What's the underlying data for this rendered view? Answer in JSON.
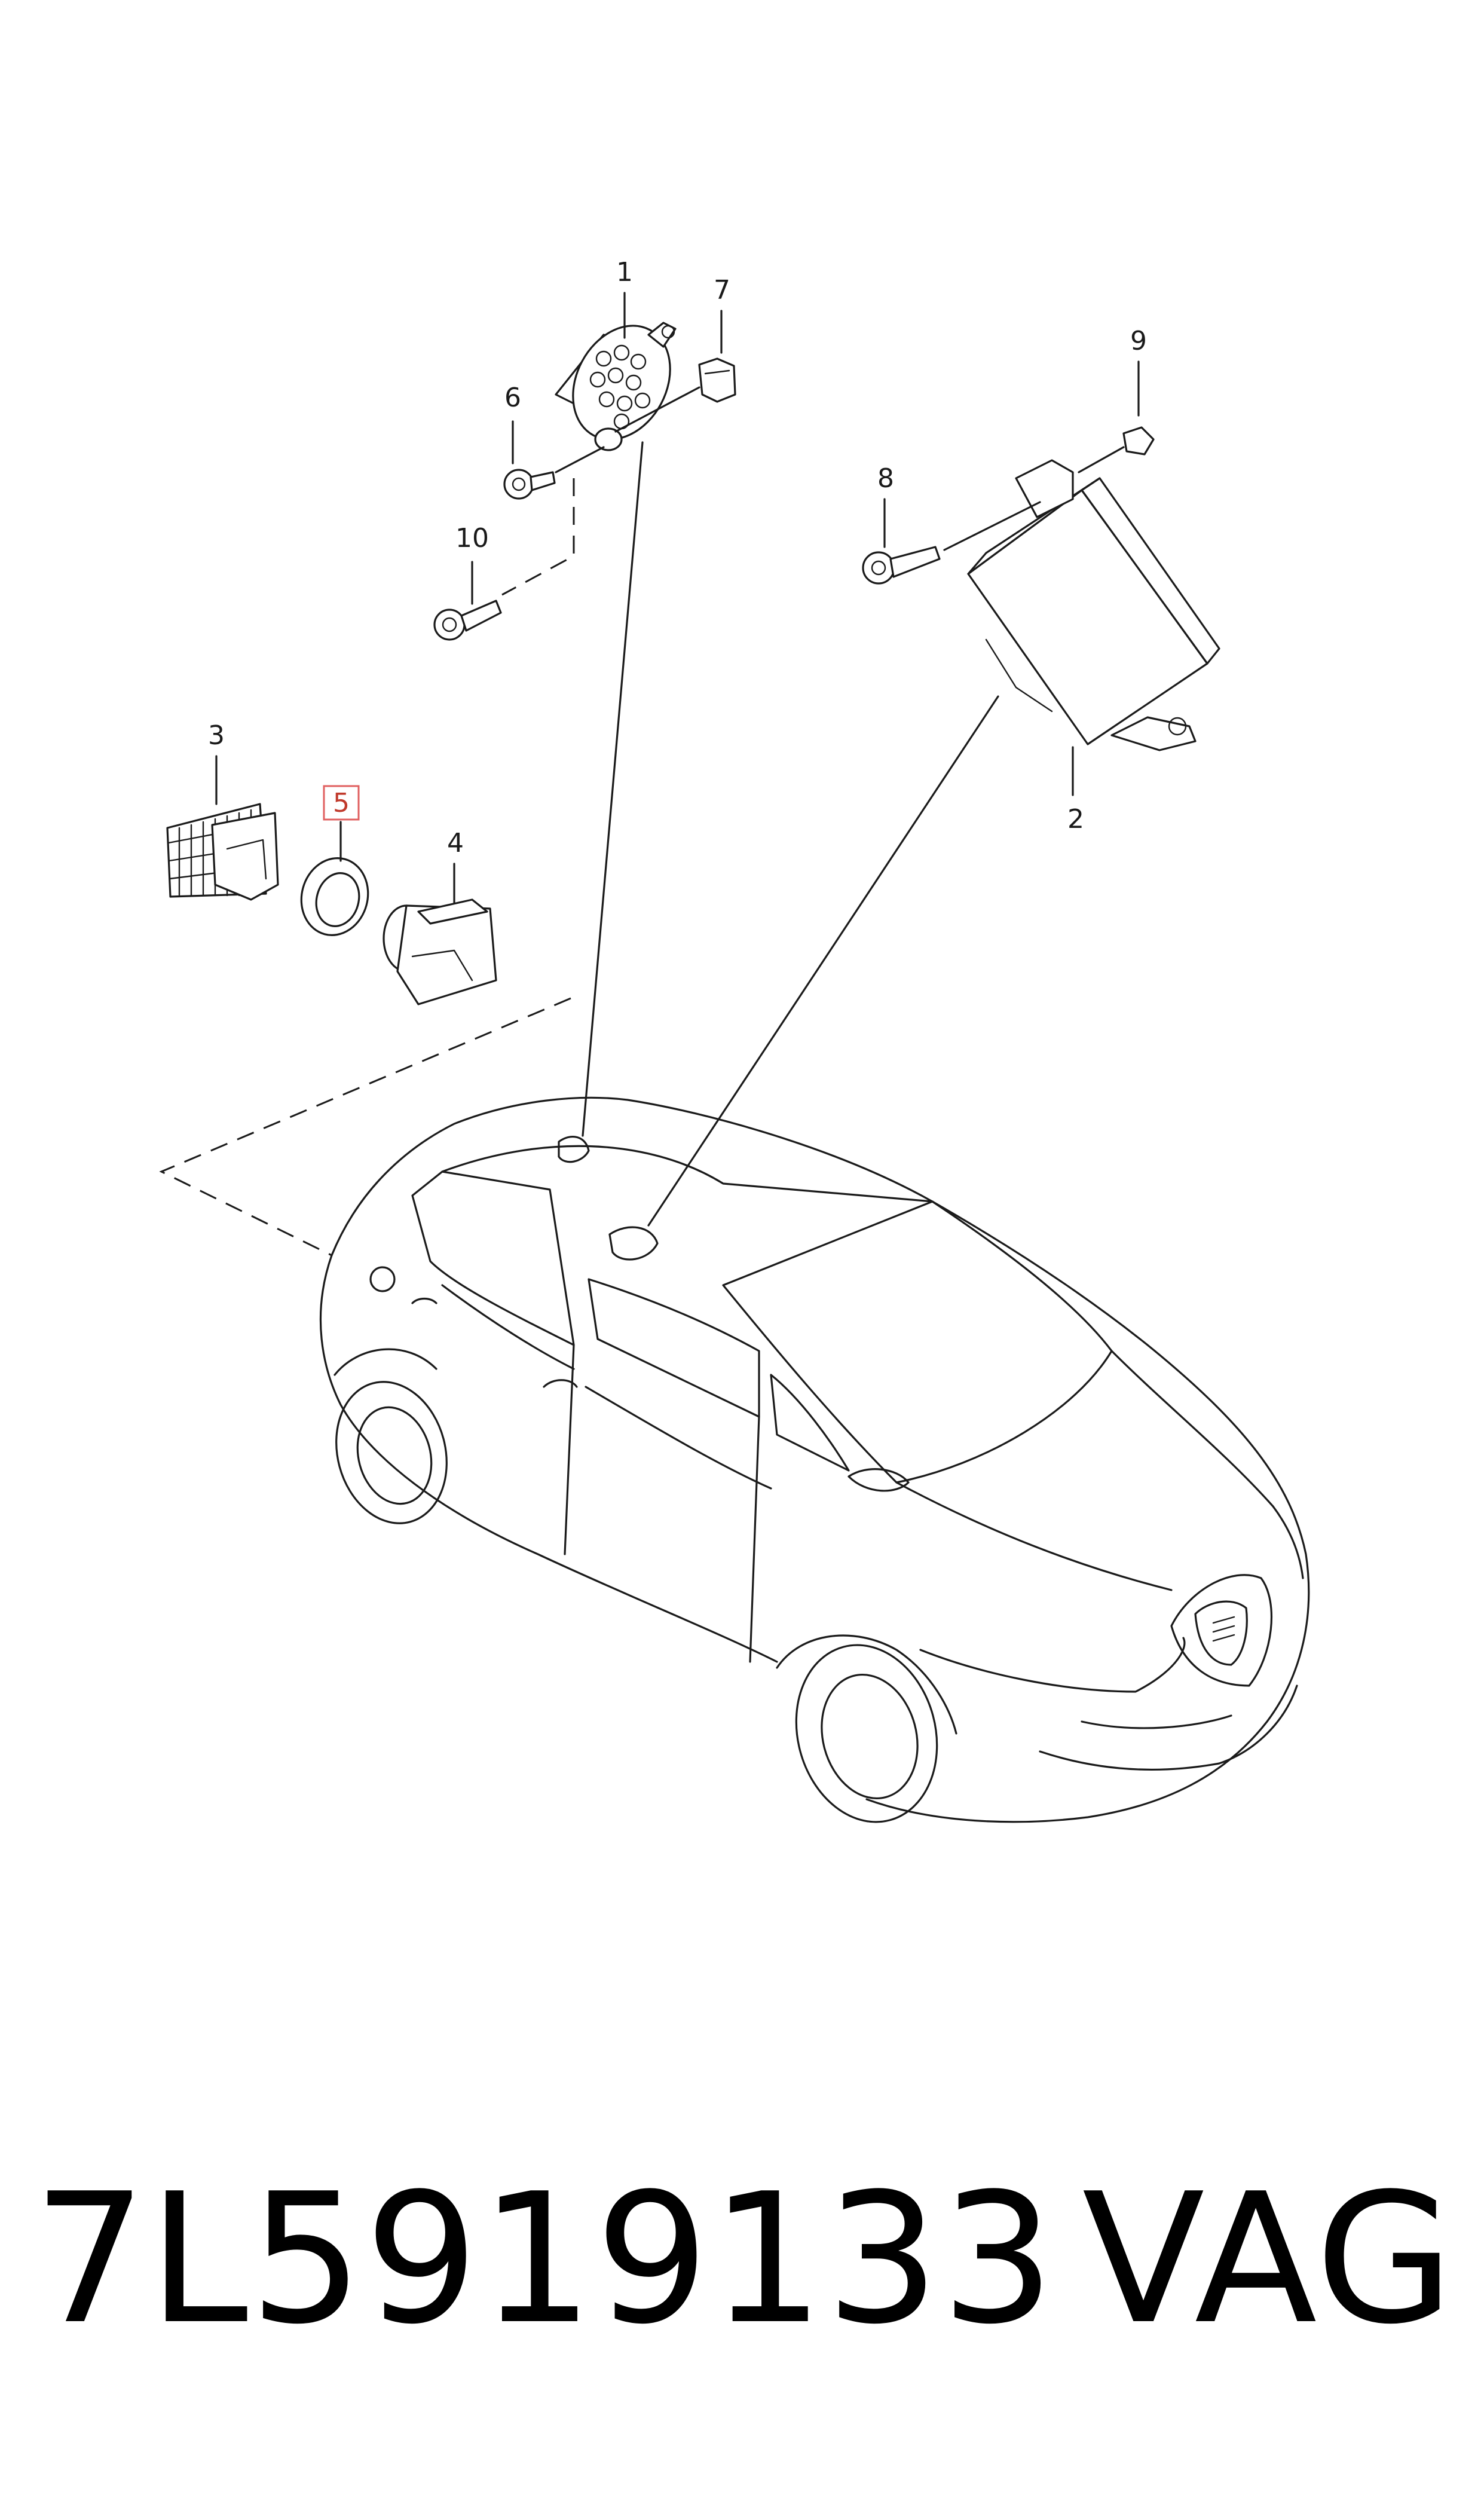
{
  "diagram": {
    "callouts": [
      {
        "id": "1",
        "label": "1"
      },
      {
        "id": "2",
        "label": "2"
      },
      {
        "id": "3",
        "label": "3"
      },
      {
        "id": "4",
        "label": "4"
      },
      {
        "id": "5",
        "label": "5",
        "highlighted": true
      },
      {
        "id": "6",
        "label": "6"
      },
      {
        "id": "7",
        "label": "7"
      },
      {
        "id": "8",
        "label": "8"
      },
      {
        "id": "9",
        "label": "9"
      },
      {
        "id": "10",
        "label": "10"
      }
    ],
    "highlight_color": "#e06060"
  },
  "footer": {
    "part_number": "7L5919133",
    "brand": "VAG"
  }
}
